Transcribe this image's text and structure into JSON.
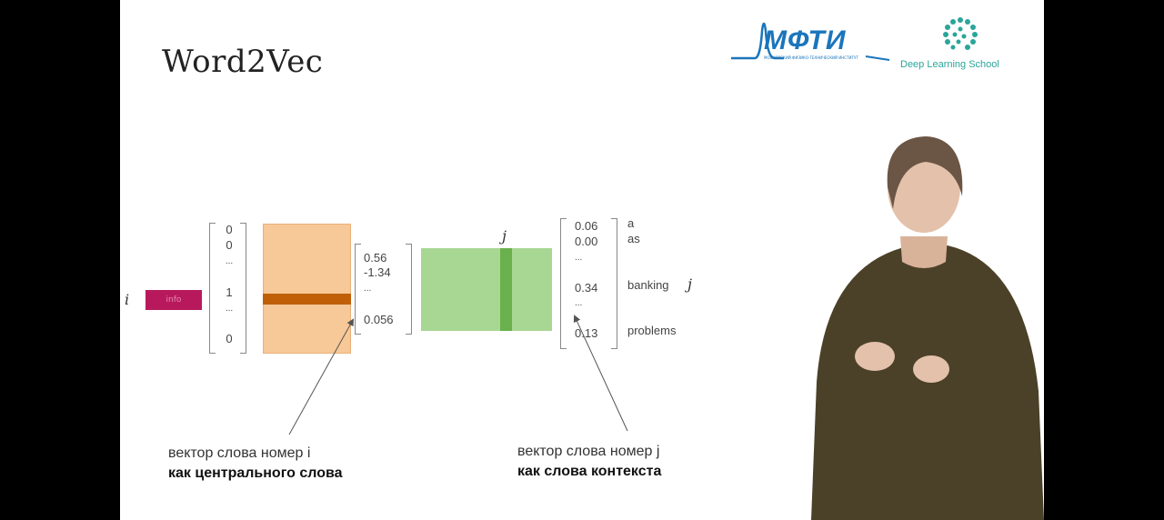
{
  "slide": {
    "title": "Word2Vec",
    "logos": {
      "mfti": "МФТИ",
      "mfti_sub": "МОСКОВСКИЙ ФИЗИКО-ТЕХНИЧЕСКИЙ ИНСТИТУТ",
      "dls": "Deep Learning School"
    },
    "labels": {
      "i": "i",
      "j_top": "j",
      "j_side": "j",
      "pink_box": "info"
    },
    "one_hot": [
      "0",
      "0",
      "...",
      "1",
      "...",
      "0"
    ],
    "embedding": [
      "0.56",
      "-1.34",
      "...",
      "0.056"
    ],
    "output": [
      "0.06",
      "0.00",
      "...",
      "0.34",
      "...",
      "0.13"
    ],
    "vocab": [
      "a",
      "as",
      "banking",
      "problems"
    ],
    "captions": {
      "left_line1": "вектор слова номер i",
      "left_line2": "как центрального слова",
      "right_line1": "вектор слова номер j",
      "right_line2": "как слова контекста"
    }
  },
  "colors": {
    "orange_matrix": "#f7c898",
    "orange_row": "#bf6008",
    "green_matrix": "#a8d793",
    "green_col": "#6ab04c",
    "pink": "#b8195d"
  }
}
